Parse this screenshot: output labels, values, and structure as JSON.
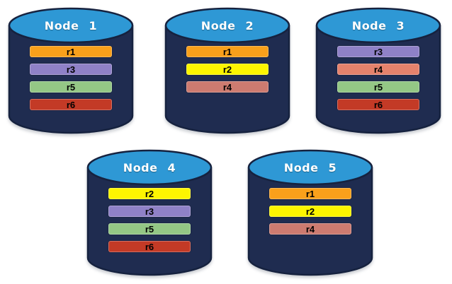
{
  "diagram": {
    "background": "#FFFFFF",
    "cylinder": {
      "top_fill": "#2E98D5",
      "body_fill": "#1F2C50",
      "outline": "#16223F",
      "title_color": "#FFFFFF"
    },
    "nodes": [
      {
        "label": "Node 1",
        "replicas": [
          {
            "label": "r1",
            "color": "#F9A01B"
          },
          {
            "label": "r3",
            "color": "#8F81C7"
          },
          {
            "label": "r5",
            "color": "#94C785"
          },
          {
            "label": "r6",
            "color": "#C33A26"
          }
        ]
      },
      {
        "label": "Node 2",
        "replicas": [
          {
            "label": "r1",
            "color": "#F9A01B"
          },
          {
            "label": "r2",
            "color": "#FDF500"
          },
          {
            "label": "r4",
            "color": "#CD7B70"
          }
        ]
      },
      {
        "label": "Node 3",
        "replicas": [
          {
            "label": "r3",
            "color": "#8F81C7"
          },
          {
            "label": "r4",
            "color": "#E5826C"
          },
          {
            "label": "r5",
            "color": "#94C785"
          },
          {
            "label": "r6",
            "color": "#C33A26"
          }
        ]
      },
      {
        "label": "Node 4",
        "replicas": [
          {
            "label": "r2",
            "color": "#FDF500"
          },
          {
            "label": "r3",
            "color": "#8F81C7"
          },
          {
            "label": "r5",
            "color": "#94C785"
          },
          {
            "label": "r6",
            "color": "#C33A26"
          }
        ]
      },
      {
        "label": "Node 5",
        "replicas": [
          {
            "label": "r1",
            "color": "#F9A01B"
          },
          {
            "label": "r2",
            "color": "#FDF500"
          },
          {
            "label": "r4",
            "color": "#CD7B70"
          }
        ]
      }
    ]
  }
}
